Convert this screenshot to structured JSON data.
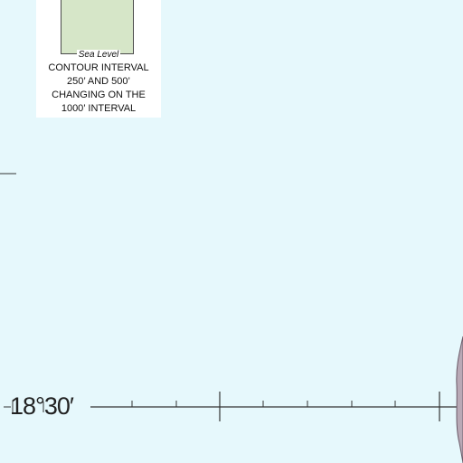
{
  "map": {
    "water_color": "#e6f8fc",
    "land_swatch_color": "#d6e6c8",
    "line_color": "#333333"
  },
  "legend": {
    "sea_level_label": "Sea Level",
    "contour_lines": [
      "CONTOUR INTERVAL",
      "250’ AND 500’",
      "CHANGING ON THE",
      "1000’ INTERVAL"
    ]
  },
  "graticule": {
    "latitude_label": "18°30′"
  }
}
